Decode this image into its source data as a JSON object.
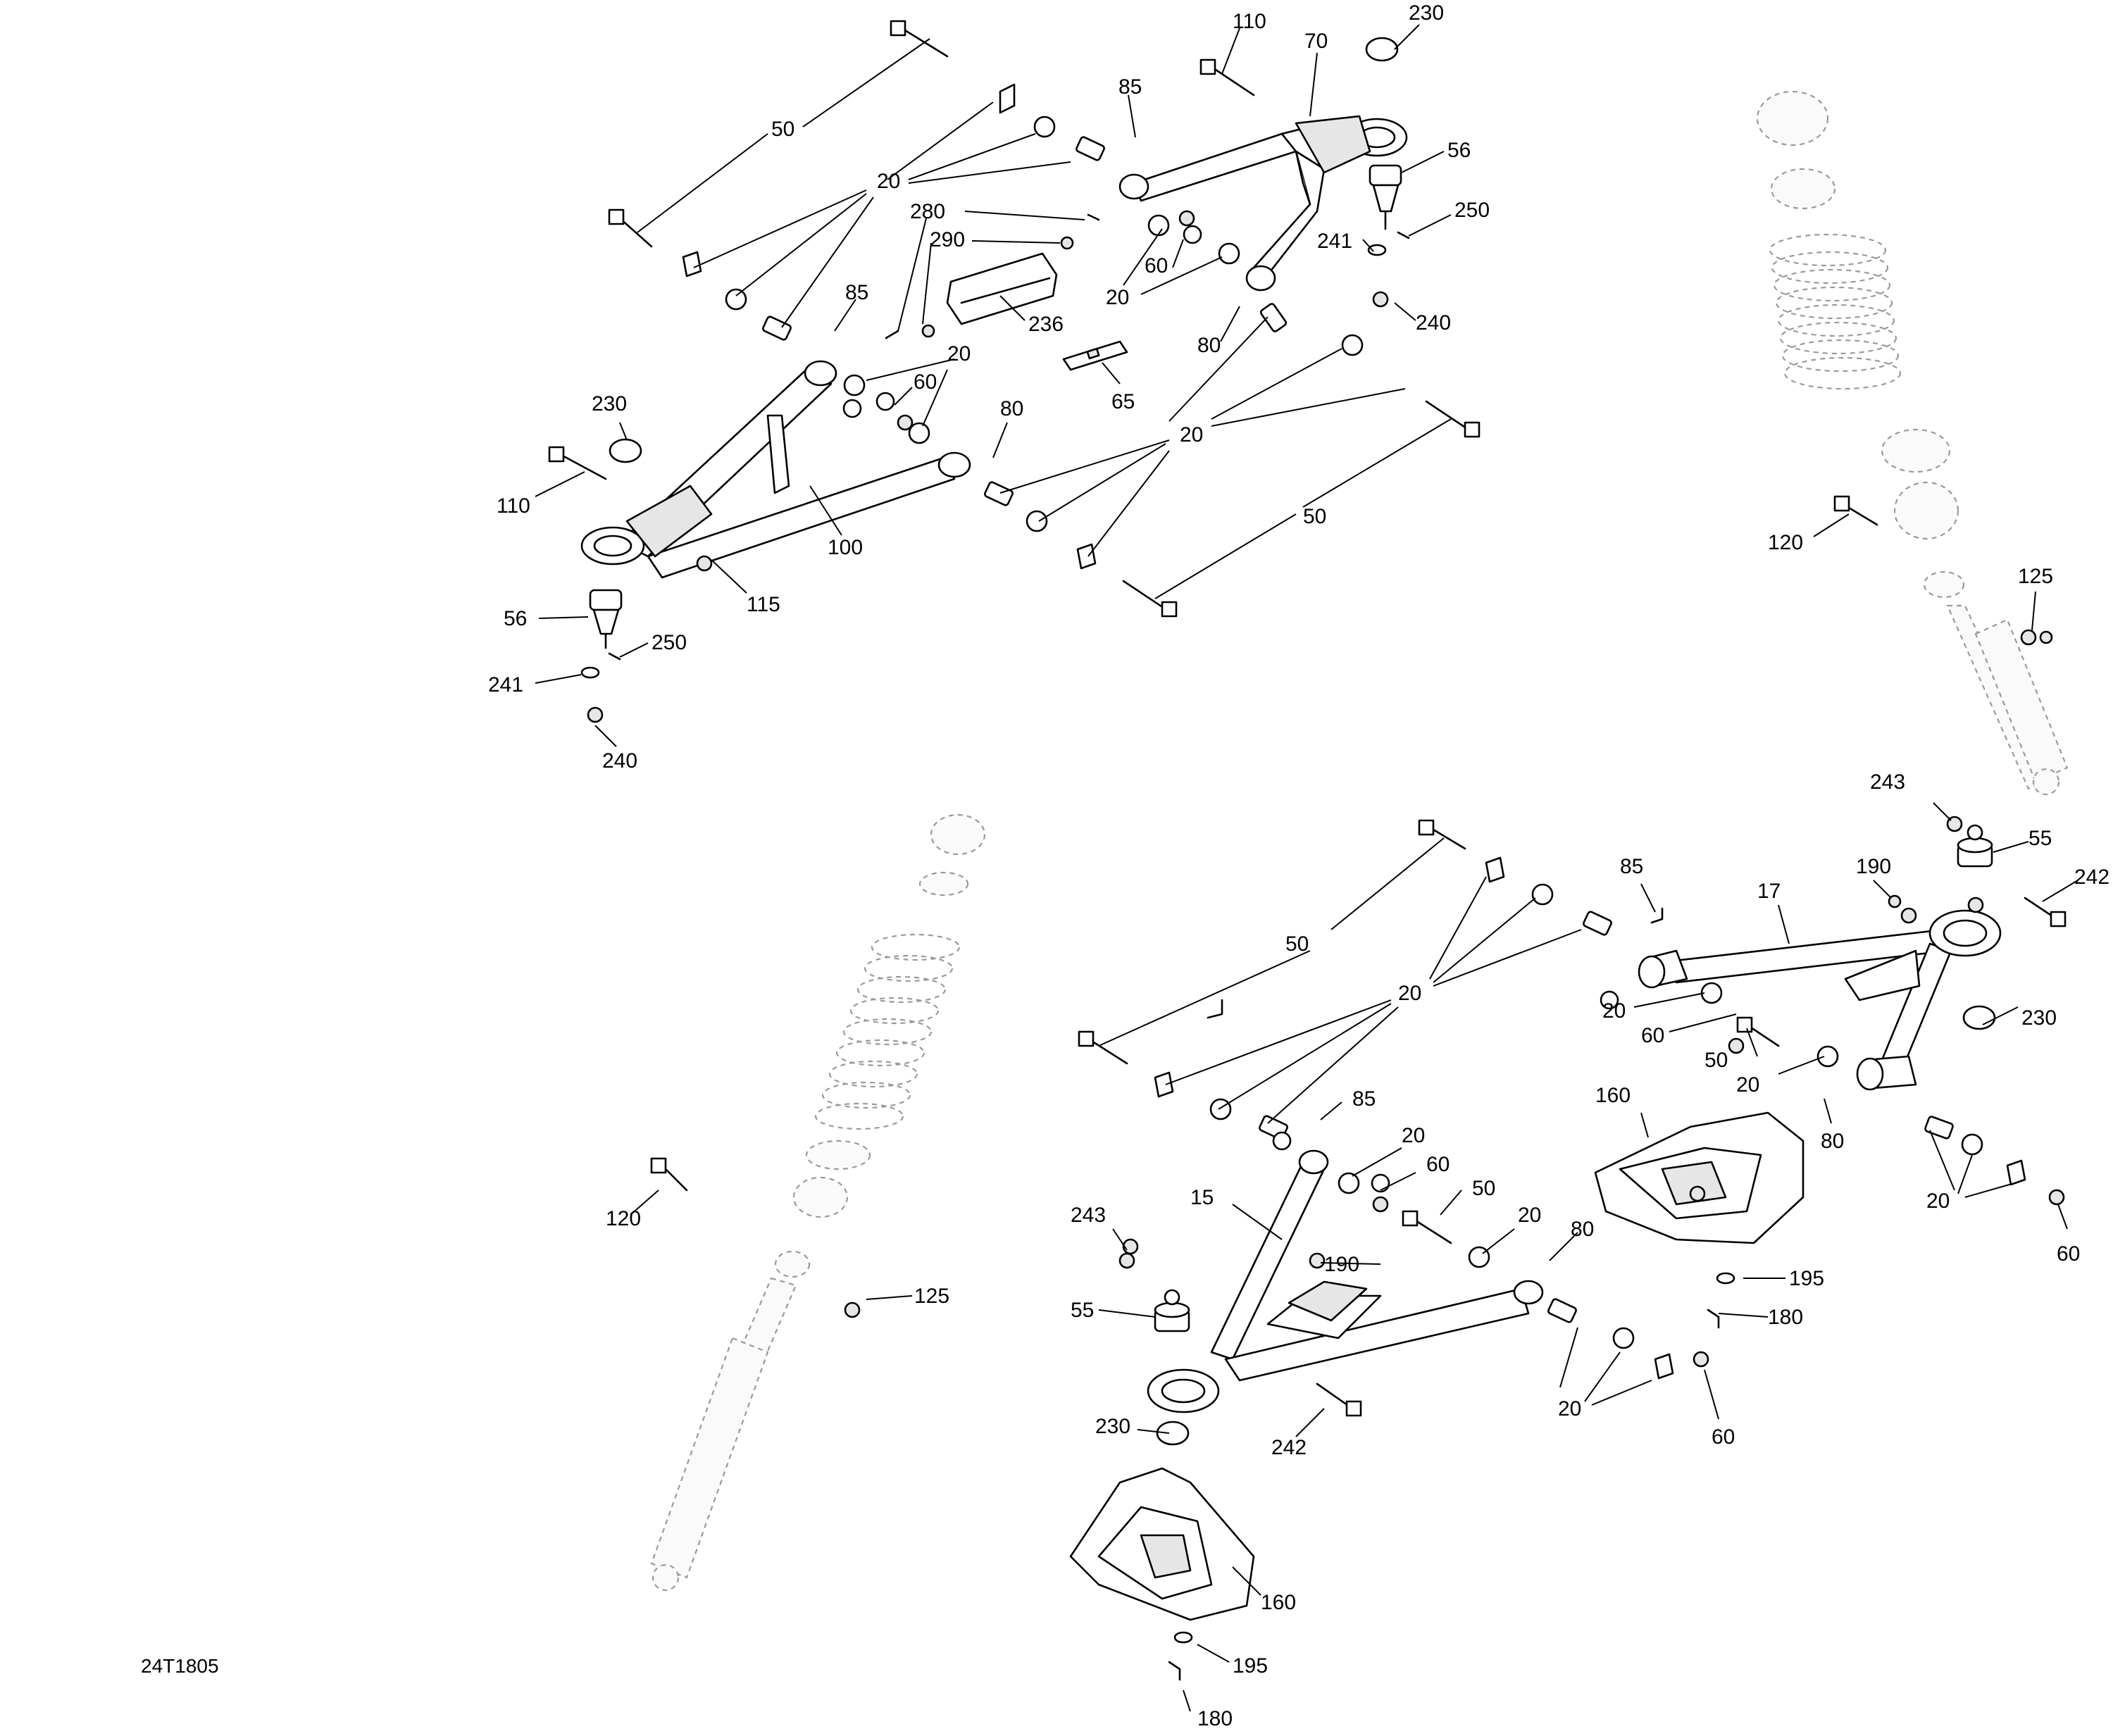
{
  "diagram": {
    "reference_code": "24T1805",
    "callouts": [
      "20",
      "50",
      "110",
      "70",
      "230",
      "85",
      "56",
      "250",
      "280",
      "290",
      "60",
      "241",
      "240",
      "236",
      "80",
      "65",
      "100",
      "115",
      "120",
      "125",
      "243",
      "55",
      "242",
      "190",
      "17",
      "15",
      "160",
      "195",
      "180"
    ]
  }
}
